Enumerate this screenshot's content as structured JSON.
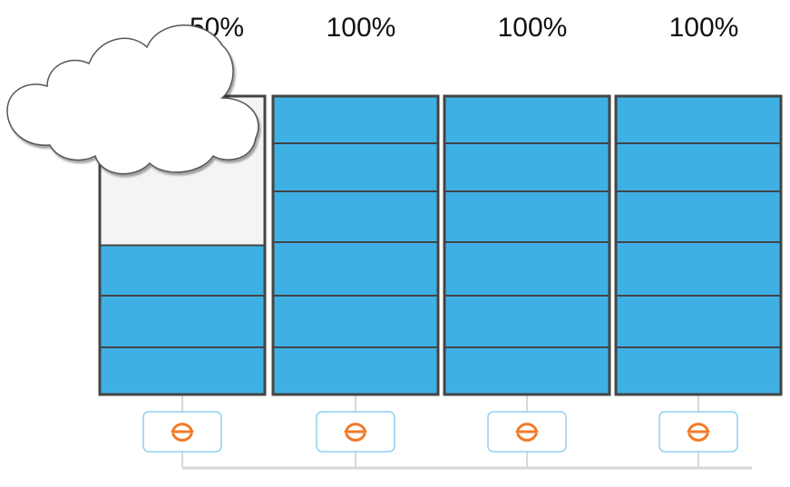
{
  "colors": {
    "panel_fill": "#3fb0e4",
    "panel_frame": "#444444",
    "shaded_fill": "#f4f4f4",
    "optimizer_border": "#8fd0f0",
    "optimizer_icon": "#f27a28",
    "wiring": "#d8d8d8",
    "cloud_fill": "#ffffff",
    "cloud_stroke": "#555555"
  },
  "panels": [
    {
      "output_label": "50%",
      "output_fraction": 0.5,
      "shaded": true
    },
    {
      "output_label": "100%",
      "output_fraction": 1.0,
      "shaded": false
    },
    {
      "output_label": "100%",
      "output_fraction": 1.0,
      "shaded": false
    },
    {
      "output_label": "100%",
      "output_fraction": 1.0,
      "shaded": false
    }
  ],
  "optimizer": {
    "icon": "power-optimizer-icon"
  },
  "shade": {
    "icon": "cloud-icon"
  }
}
